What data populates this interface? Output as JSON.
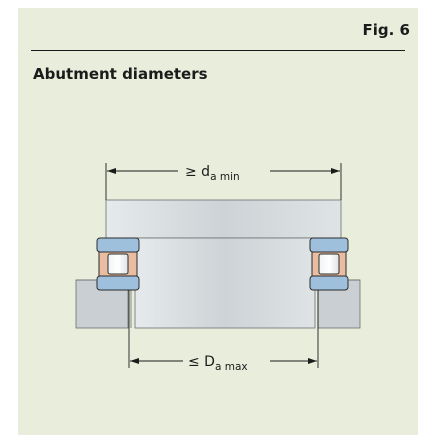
{
  "figure": {
    "label": "Fig. 6",
    "title": "Abutment diameters"
  },
  "dimensions": {
    "top": {
      "symbol": "≥ d",
      "subscript": "a min"
    },
    "bottom": {
      "symbol": "≤ D",
      "subscript": "a max"
    }
  },
  "colors": {
    "background": "#e9eedc",
    "housing": "#c9cfd2",
    "shaft": "#d6dbdd",
    "inner_ring": "#9fc0dc",
    "cage": "#e8bda2"
  }
}
